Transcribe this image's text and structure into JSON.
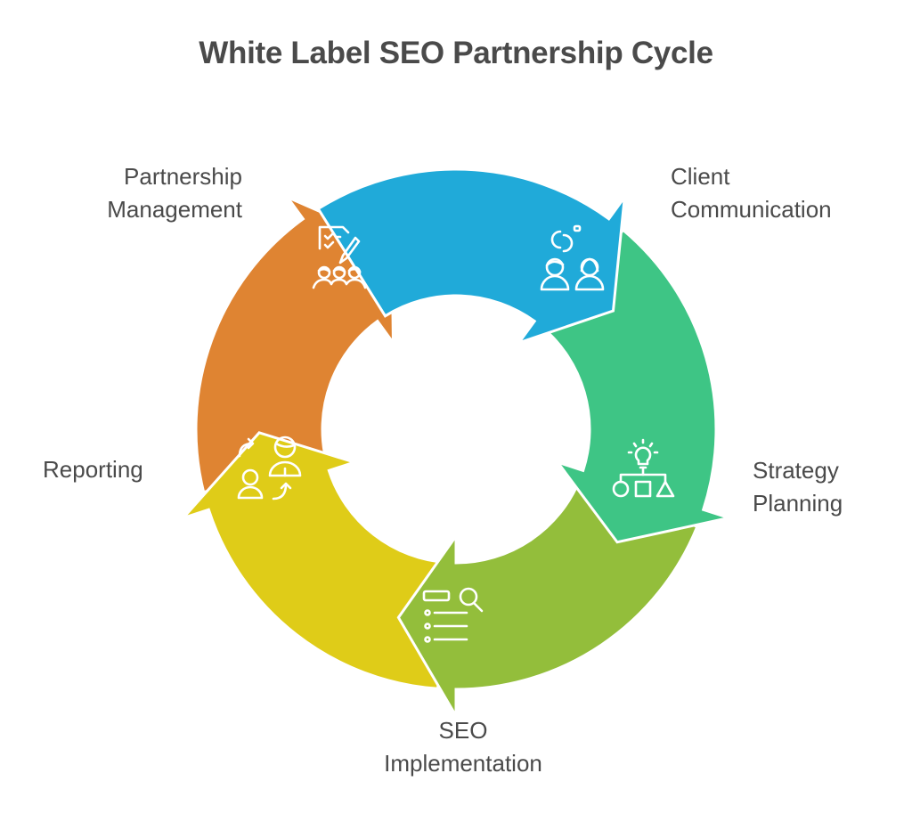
{
  "title": "White Label SEO Partnership Cycle",
  "stages": [
    {
      "id": "partnership-management",
      "lines": [
        "Partnership",
        "Management"
      ],
      "color": "#DF8432",
      "icon": "checklist-team-icon"
    },
    {
      "id": "client-communication",
      "lines": [
        "Client",
        "Communication"
      ],
      "color": "#20AAD9",
      "icon": "linked-people-icon"
    },
    {
      "id": "strategy-planning",
      "lines": [
        "Strategy",
        "Planning"
      ],
      "color": "#3EC585",
      "icon": "idea-hierarchy-icon"
    },
    {
      "id": "seo-implementation",
      "lines": [
        "SEO",
        "Implementation"
      ],
      "color": "#93BE3B",
      "icon": "search-list-icon"
    },
    {
      "id": "reporting",
      "lines": [
        "Reporting"
      ],
      "color": "#DFCC18",
      "icon": "exchange-people-icon"
    }
  ],
  "flow": "clockwise"
}
